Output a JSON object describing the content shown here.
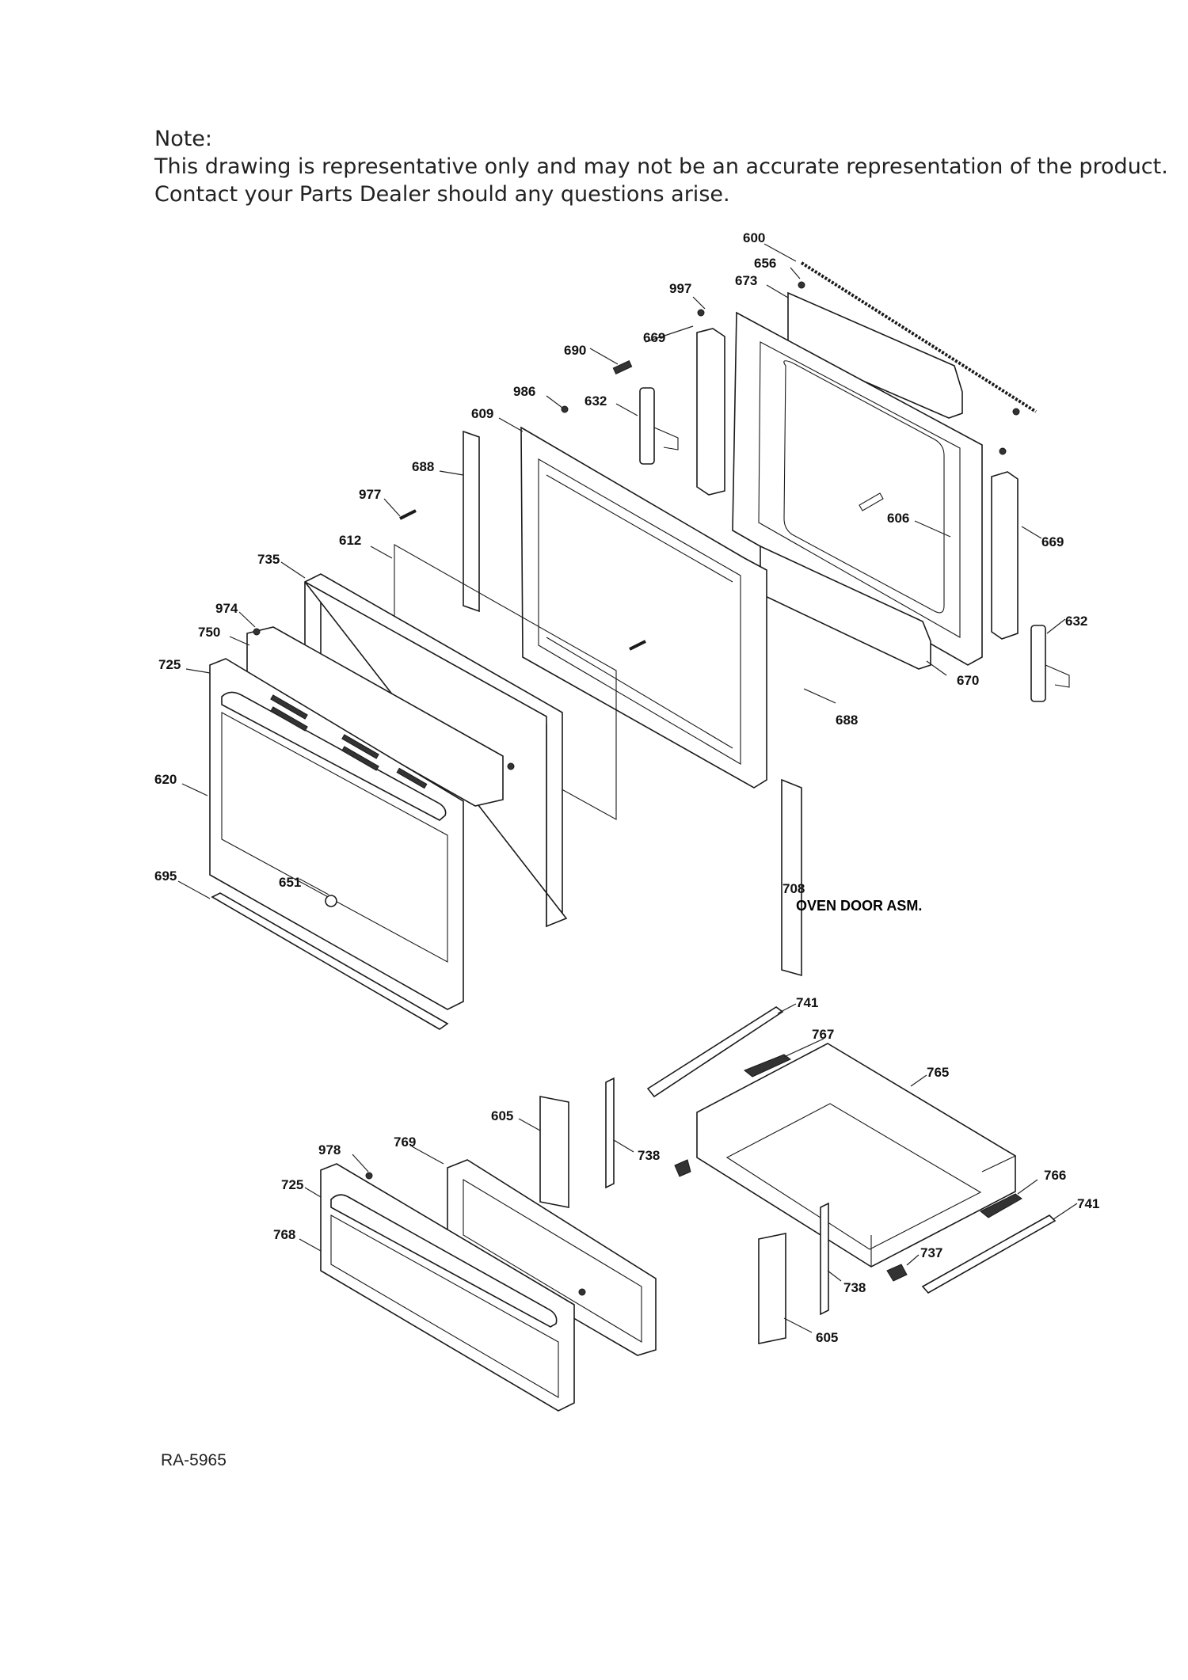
{
  "note": {
    "heading": "Note:",
    "line1": "This drawing is representative only and may not be an accurate representation of the product.",
    "line2": "Contact your Parts Dealer should any questions arise."
  },
  "assembly": {
    "number": "708",
    "name": "OVEN DOOR ASM."
  },
  "labels": [
    "600",
    "656",
    "673",
    "997",
    "669",
    "690",
    "986",
    "632",
    "609",
    "688",
    "977",
    "612",
    "606",
    "669",
    "735",
    "974",
    "750",
    "725",
    "632",
    "670",
    "688",
    "620",
    "695",
    "651",
    "741",
    "767",
    "765",
    "605",
    "738",
    "978",
    "769",
    "725",
    "768",
    "766",
    "741",
    "737",
    "738",
    "605"
  ],
  "reference": "RA-5965"
}
